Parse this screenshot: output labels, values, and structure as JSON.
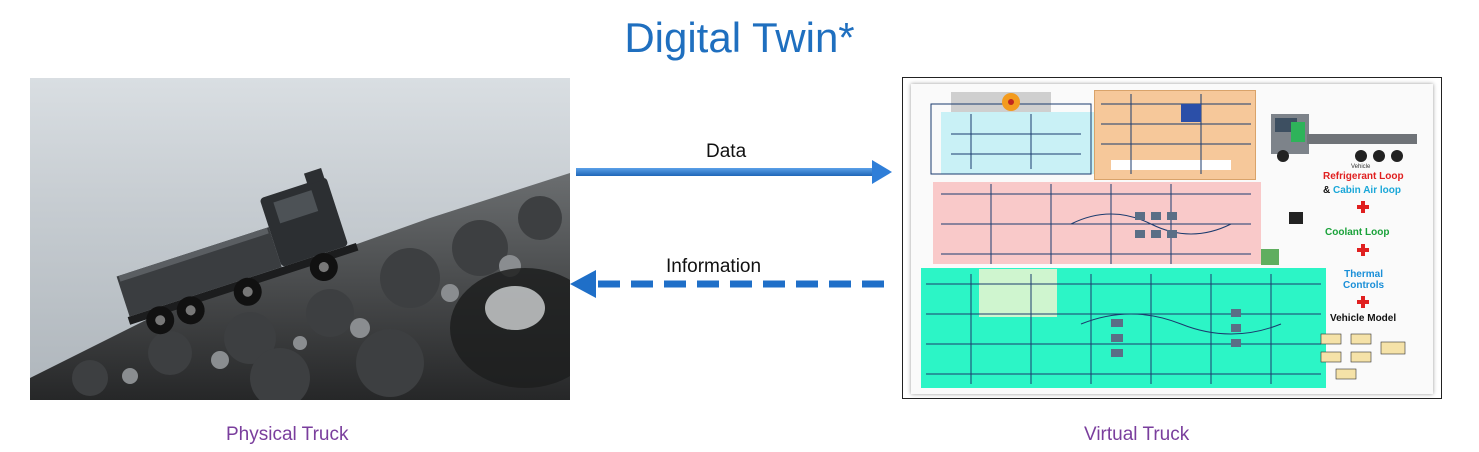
{
  "title": "Digital Twin*",
  "left_panel": {
    "caption": "Physical Truck"
  },
  "right_panel": {
    "caption": "Virtual Truck",
    "legend": {
      "vehicle_caption": "Vehicle",
      "refrigerant_loop": "Refrigerant Loop",
      "cabin_prefix": "&",
      "cabin_air_loop": "Cabin Air loop",
      "coolant_loop": "Coolant Loop",
      "thermal_controls_line1": "Thermal",
      "thermal_controls_line2": "Controls",
      "vehicle_model": "Vehicle Model"
    }
  },
  "arrows": {
    "data_label": "Data",
    "information_label": "Information"
  },
  "colors": {
    "title": "#1f6fbf",
    "caption": "#7a3e9d",
    "arrow": "#2f7ed8",
    "refrigerant": "#e02020",
    "cabin": "#1aa7d8",
    "coolant": "#1aa23a",
    "thermal": "#1a8fd8"
  }
}
